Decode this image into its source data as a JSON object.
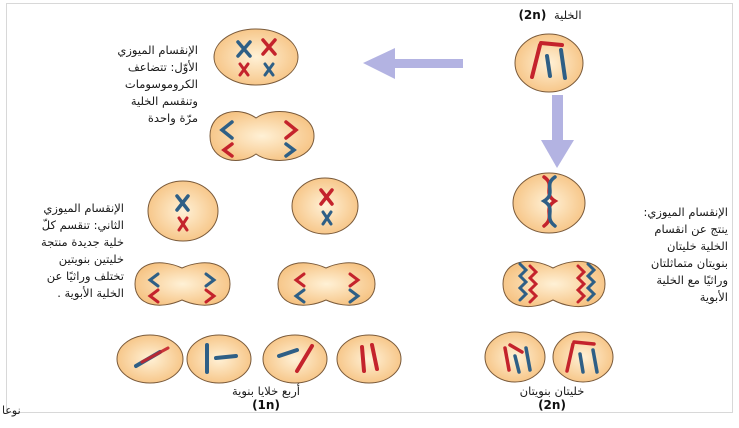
{
  "parent_cell": {
    "label": "الخلية",
    "ploidy": "(2n)"
  },
  "mitosis_note": {
    "text": "الإنقسام الميوزي:\nينتج عن انقسام\nالخلية خليتان\nبنويتان متماثلتان\nوراثيًا مع الخلية\nالأبوية"
  },
  "meiosis_one_note": {
    "text": "الإنقسام الميوزي\nالأوّل: تتضاعف\nالكروموسومات\nوتنقسم الخلية\nمرّة واحدة"
  },
  "meiosis_two_note": {
    "text": "الإنقسام الميوزي\nالثاني: تنقسم كلّ\nخلية جديدة منتجة\nخليتين بنويتين\nتختلف وراثيًا عن\nالخلية الأبوية ."
  },
  "daughter_cells_caption": {
    "text": "خليتان بنويتان",
    "ploidy": "(2n)"
  },
  "four_cells_caption": {
    "text": "أربع خلايا بنوية",
    "ploidy": "(1n)"
  },
  "corner_fragment": "نوعا",
  "colors": {
    "cell_fill": "#f6c383",
    "cell_core": "#fff1d6",
    "cell_edge": "#7a5a3a",
    "chromosome_red": "#c4232c",
    "chromosome_blue": "#2e5f86",
    "arrow": "#b3b3e2"
  }
}
